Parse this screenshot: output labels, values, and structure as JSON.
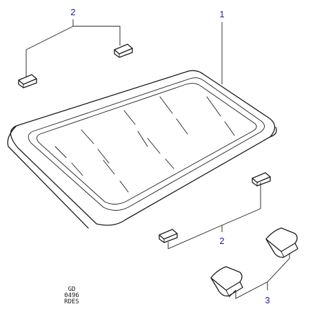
{
  "callouts": {
    "glass": "1",
    "clip_upper": "2",
    "clip_lower": "2",
    "bracket": "3"
  },
  "drawing_code": [
    "GD",
    "0496",
    "RDES"
  ],
  "colors": {
    "line": "#1a1a1a",
    "callout": "#1a1aa8"
  }
}
